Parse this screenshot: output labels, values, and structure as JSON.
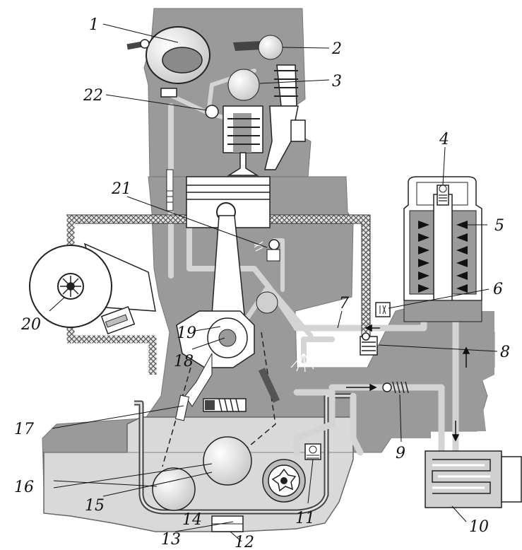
{
  "labels": [
    "1",
    "2",
    "3",
    "4",
    "5",
    "6",
    "7",
    "8",
    "9",
    "10",
    "11",
    "12",
    "13",
    "14",
    "15",
    "16",
    "17",
    "18",
    "19",
    "20",
    "21",
    "22"
  ],
  "colors": {
    "block": "#9a9a9a",
    "block_light": "#bdbdbd",
    "sump": "#d9d9d9",
    "channel": "#d4d4d4",
    "outline": "#222222",
    "white": "#ffffff"
  }
}
